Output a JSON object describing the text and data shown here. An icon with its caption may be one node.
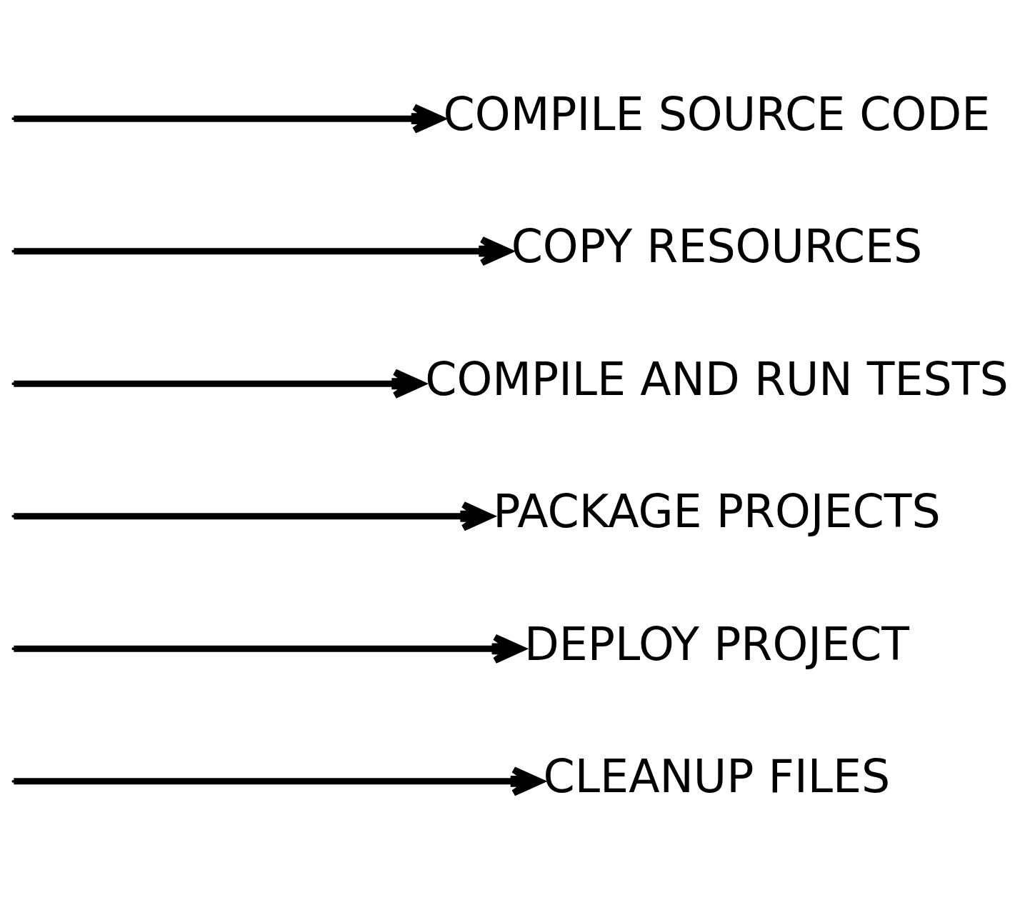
{
  "diagram": {
    "nodes": [
      {
        "text": [
          "COMPILE SOURCE CODE"
        ]
      },
      {
        "text": [
          "COPY RESOURCES"
        ]
      },
      {
        "text": [
          "COMPILE AND RUN TESTS"
        ]
      },
      {
        "text": [
          "PACKAGE PROJECTS"
        ]
      },
      {
        "text": [
          "DEPLOY PROJECT"
        ]
      },
      {
        "text": [
          "CLEANUP FILES"
        ]
      }
    ],
    "edges": [
      {
        "from": null,
        "to": 0,
        "arrow": "to"
      },
      {
        "from": null,
        "to": 1,
        "arrow": "to"
      },
      {
        "from": null,
        "to": 2,
        "arrow": "to"
      },
      {
        "from": null,
        "to": 3,
        "arrow": "to"
      },
      {
        "from": null,
        "to": 4,
        "arrow": "to"
      },
      {
        "from": null,
        "to": 5,
        "arrow": "to"
      }
    ]
  }
}
